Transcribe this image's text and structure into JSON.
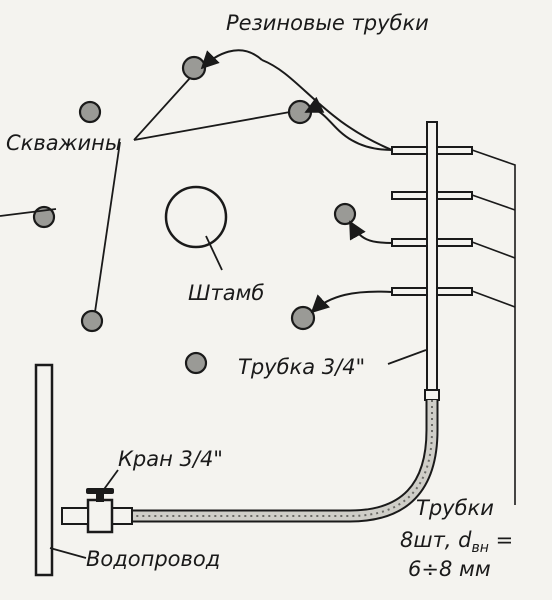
{
  "labels": {
    "rubber_tubes": "Резиновые трубки",
    "wells": "Скважины",
    "trunk": "Штамб",
    "pipe": "Трубка 3/4\"",
    "valve": "Кран 3/4\"",
    "water_main": "Водопровод",
    "tubes_line1": "Трубки",
    "tubes_line2_a": "8шт, d",
    "tubes_line2_sub": "вн",
    "tubes_line2_b": " =",
    "tubes_line3": "6÷8 мм"
  },
  "colors": {
    "ink": "#1a1a1a",
    "paper": "#f4f3ef",
    "well_fill": "#9a9a96"
  }
}
